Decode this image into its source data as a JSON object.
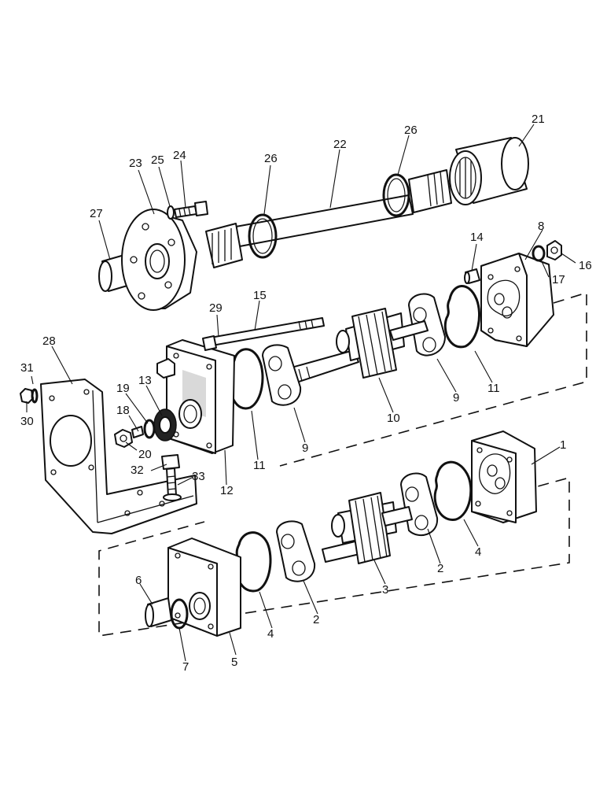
{
  "callouts": {
    "c1": "1",
    "c2a": "2",
    "c2b": "2",
    "c3": "3",
    "c4a": "4",
    "c4b": "4",
    "c5": "5",
    "c6": "6",
    "c7": "7",
    "c8": "8",
    "c9a": "9",
    "c9b": "9",
    "c10": "10",
    "c11a": "11",
    "c11b": "11",
    "c12": "12",
    "c13": "13",
    "c14": "14",
    "c15": "15",
    "c16": "16",
    "c17": "17",
    "c18": "18",
    "c19": "19",
    "c20": "20",
    "c21": "21",
    "c22": "22",
    "c23": "23",
    "c24": "24",
    "c25": "25",
    "c26a": "26",
    "c26b": "26",
    "c27": "27",
    "c28": "28",
    "c29": "29",
    "c30": "30",
    "c31": "31",
    "c32": "32",
    "c33": "33"
  }
}
